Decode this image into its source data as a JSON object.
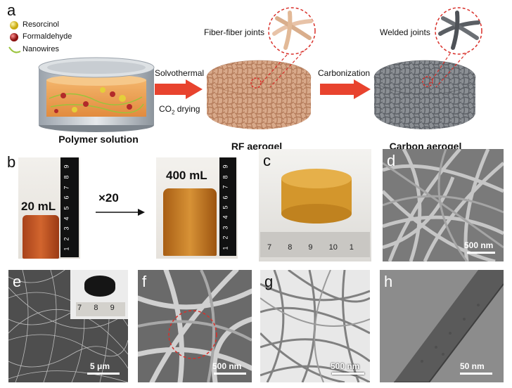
{
  "panels": {
    "a": "a",
    "b": "b",
    "c": "c",
    "d": "d",
    "e": "e",
    "f": "f",
    "g": "g",
    "h": "h"
  },
  "legend": {
    "resorcinol": "Resorcinol",
    "formaldehyde": "Formaldehyde",
    "nanowires": "Nanowires",
    "resorcinol_color": "#e4cf3a",
    "formaldehyde_color": "#b22a2a",
    "nanowires_color": "#9ac33b"
  },
  "row_a": {
    "step1_top": "Solvothermal",
    "step1_bottom_main": "CO",
    "step1_bottom_sub": "2",
    "step1_bottom_rest": " drying",
    "step2": "Carbonization",
    "zoom1": "Fiber-fiber joints",
    "zoom2": "Welded joints",
    "caption1": "Polymer solution",
    "caption2": "RF aerogel",
    "caption3": "Carbon aerogel",
    "arrow_color": "#e8432e",
    "zoom_color": "#d9302a"
  },
  "row_b": {
    "small_volume": "20 mL",
    "multiplier": "×20",
    "large_volume": "400 mL",
    "ruler_ticks": [
      "1",
      "2",
      "3",
      "4",
      "5",
      "6",
      "7",
      "8",
      "9"
    ]
  },
  "row_c": {
    "ruler_ticks": [
      "7",
      "8",
      "9",
      "10",
      "1"
    ]
  },
  "row_d": {
    "scale": "500 nm"
  },
  "row_e": {
    "scale": "5 μm",
    "inset_ruler": [
      "7",
      "8",
      "9"
    ]
  },
  "row_f": {
    "scale": "500 nm"
  },
  "row_g": {
    "scale": "500 nm"
  },
  "row_h": {
    "scale": "50 nm"
  }
}
